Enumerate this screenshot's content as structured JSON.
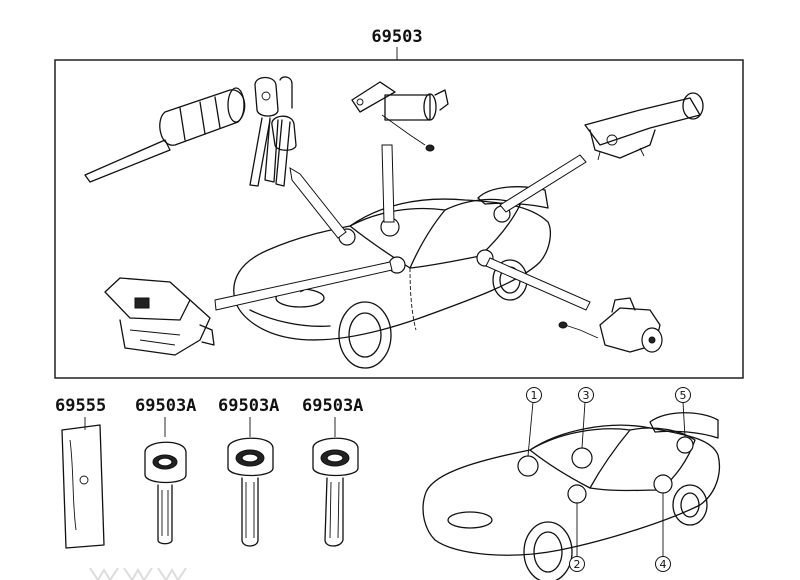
{
  "assembly": {
    "part_number": "69503"
  },
  "parts": [
    {
      "part_number": "69555"
    },
    {
      "part_number": "69503A"
    },
    {
      "part_number": "69503A"
    },
    {
      "part_number": "69503A"
    }
  ],
  "callouts": [
    "1",
    "2",
    "3",
    "4",
    "5"
  ]
}
